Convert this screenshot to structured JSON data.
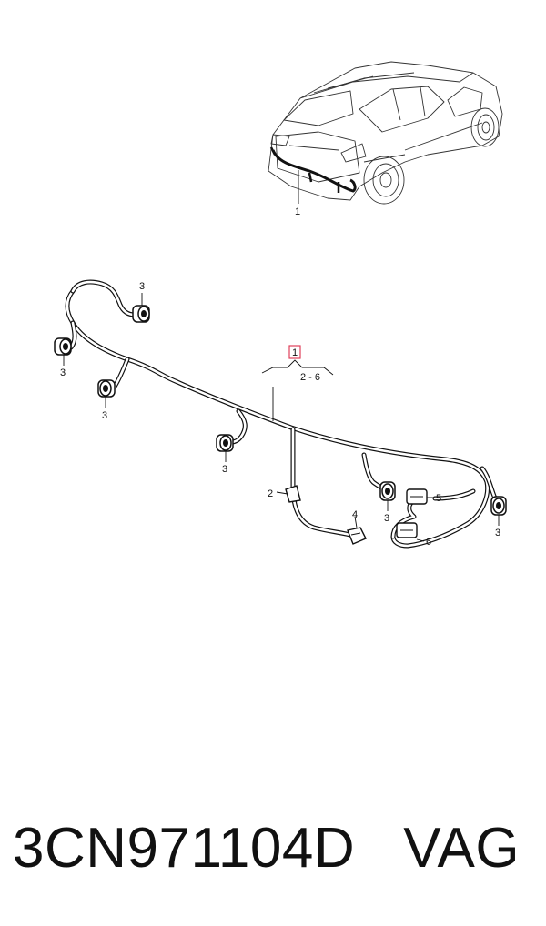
{
  "callouts": {
    "car_ref": "1",
    "group_ref": "1",
    "group_range": "2 - 6",
    "connector_clip": "2",
    "sensor_left_top": "3",
    "sensor_left_outer": "3",
    "sensor_left_inner": "3",
    "sensor_center_left": "3",
    "sensor_center_right": "3",
    "sensor_right_outer": "3",
    "plug_4": "4",
    "plug_5": "5",
    "plug_6": "6"
  },
  "caption": {
    "part_number": "3CN971104D",
    "brand": "VAG"
  },
  "colors": {
    "highlight_box": "#e0405a",
    "line": "#111111"
  }
}
